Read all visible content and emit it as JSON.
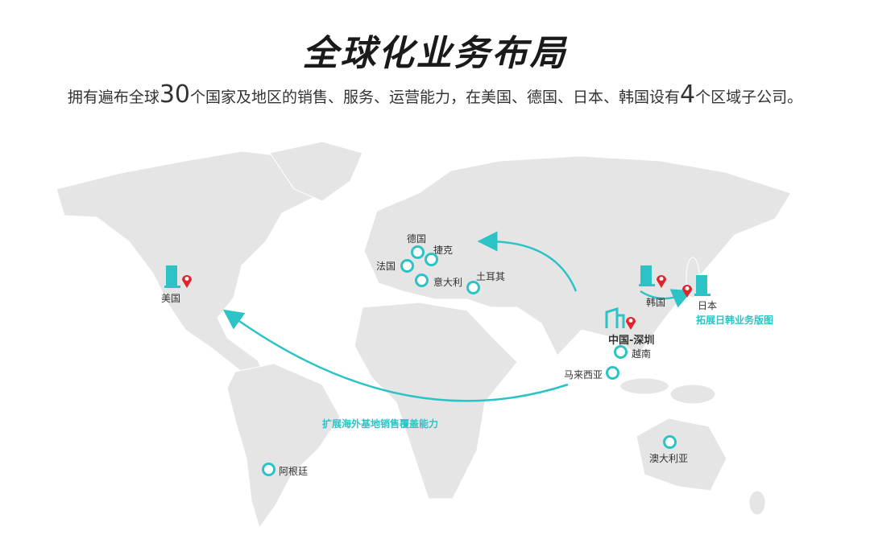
{
  "title": "全球化业务布局",
  "subtitle": {
    "pre": "拥有遍布全球",
    "countries": "30",
    "mid": "个国家及地区的销售、服务、运营能力，在美国、德国、日本、韩国设有",
    "subs": "4",
    "post": "个区域子公司。"
  },
  "offices": {
    "usa": "美国",
    "korea": "韩国",
    "japan": "日本",
    "china": "中国-深圳"
  },
  "locations": {
    "germany": "德国",
    "czech": "捷克",
    "france": "法国",
    "italy": "意大利",
    "turkey": "土耳其",
    "vietnam": "越南",
    "malaysia": "马来西亚",
    "australia": "澳大利亚",
    "argentina": "阿根廷"
  },
  "annotations": {
    "japan_korea": "拓展日韩业务版图",
    "overseas": "扩展海外基地销售覆盖能力"
  },
  "colors": {
    "teal": "#2cc3c6",
    "pin": "#e2232e",
    "land": "#e5e5e5"
  }
}
